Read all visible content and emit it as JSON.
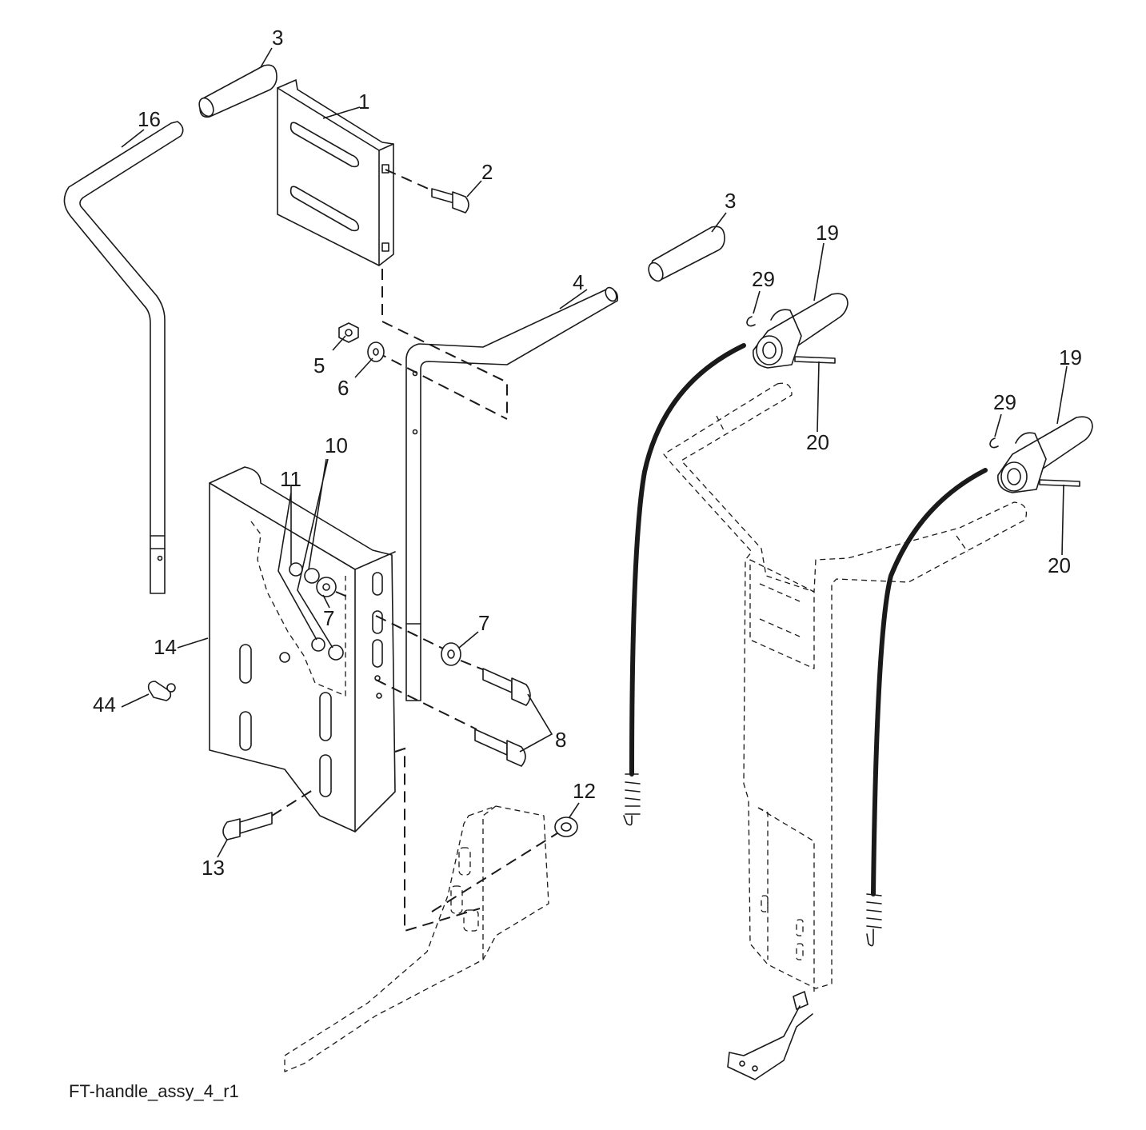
{
  "caption": "FT-handle_assy_4_r1",
  "callouts": {
    "c1": "1",
    "c2": "2",
    "c3a": "3",
    "c3b": "3",
    "c4": "4",
    "c5": "5",
    "c6": "6",
    "c7a": "7",
    "c7b": "7",
    "c8": "8",
    "c10": "10",
    "c11": "11",
    "c12": "12",
    "c13": "13",
    "c14": "14",
    "c16": "16",
    "c19a": "19",
    "c19b": "19",
    "c20a": "20",
    "c20b": "20",
    "c29a": "29",
    "c29b": "29",
    "c44": "44"
  }
}
